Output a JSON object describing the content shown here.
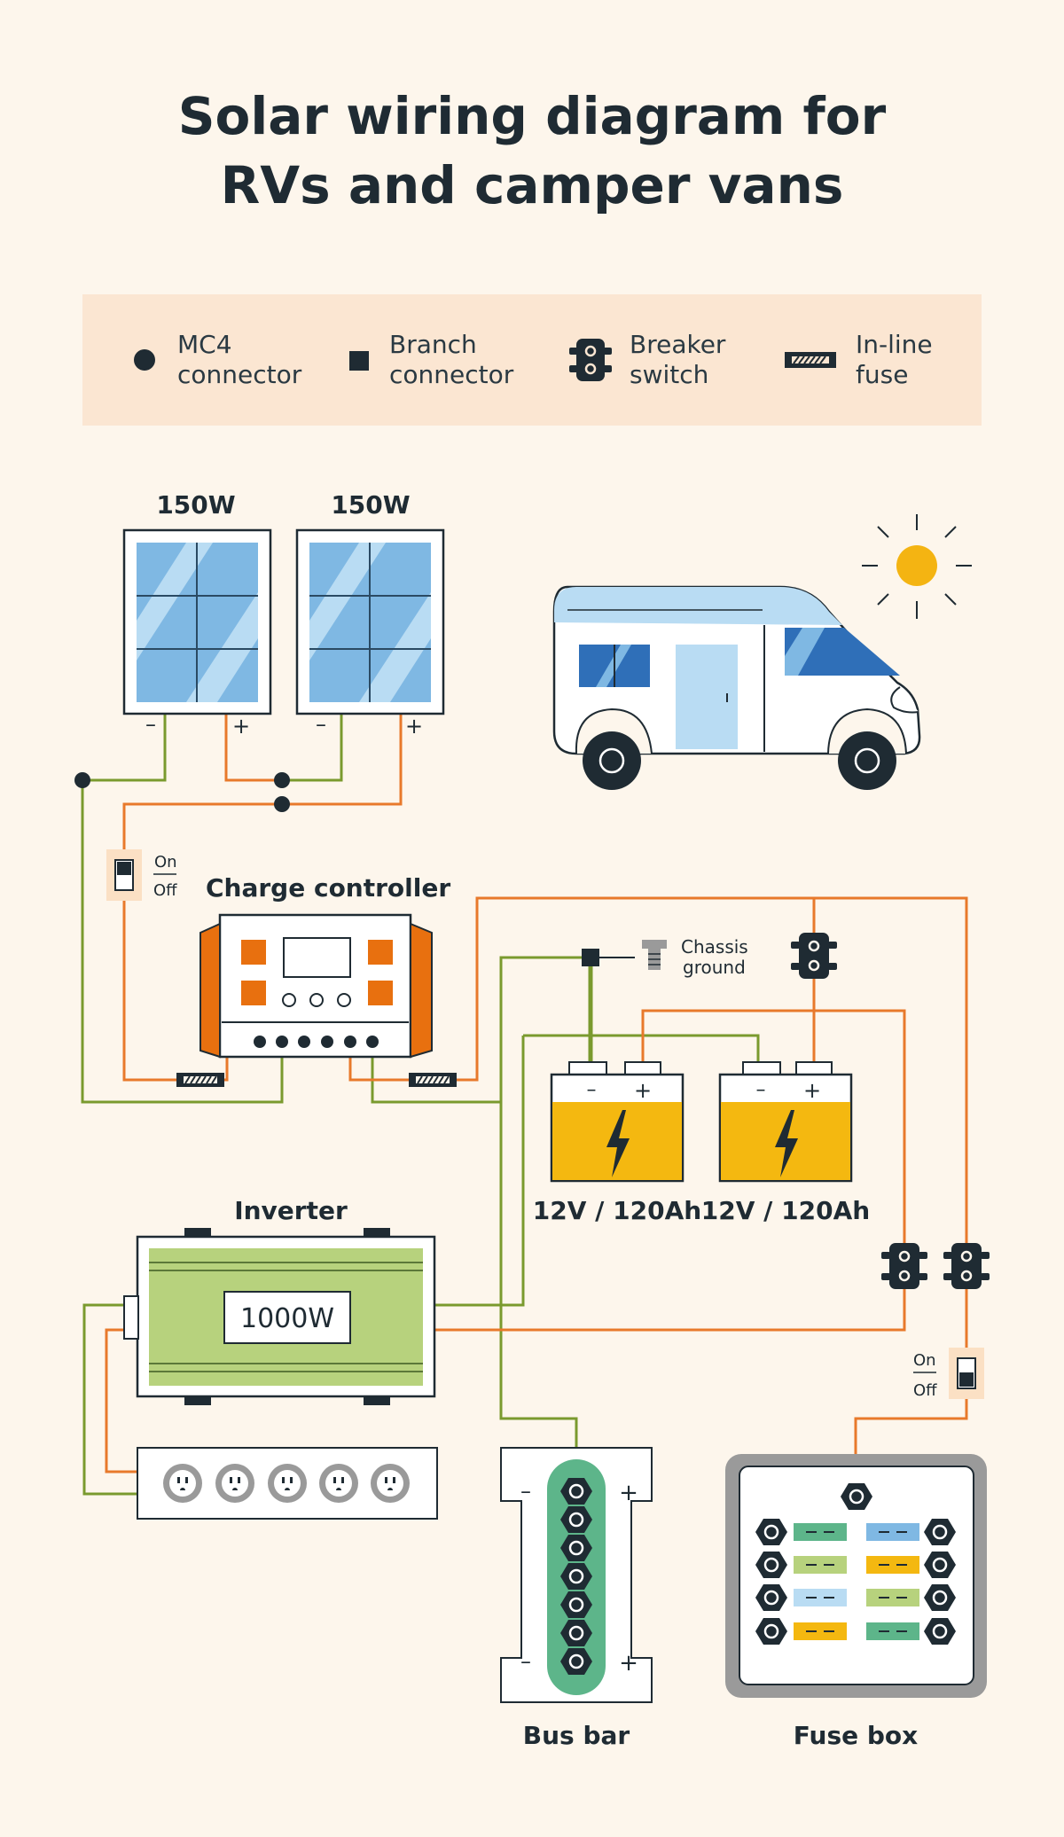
{
  "title": {
    "line1": "Solar wiring diagram for",
    "line2": "RVs and camper vans"
  },
  "legend": [
    {
      "icon": "mc4-connector-icon",
      "line1": "MC4",
      "line2": "connector"
    },
    {
      "icon": "branch-connector-icon",
      "line1": "Branch",
      "line2": "connector"
    },
    {
      "icon": "breaker-switch-icon",
      "line1": "Breaker",
      "line2": "switch"
    },
    {
      "icon": "inline-fuse-icon",
      "line1": "In-line",
      "line2": "fuse"
    }
  ],
  "panels": [
    {
      "label": "150W",
      "neg": "–",
      "pos": "+"
    },
    {
      "label": "150W",
      "neg": "–",
      "pos": "+"
    }
  ],
  "switch_top": {
    "on": "On",
    "off": "Off"
  },
  "switch_right": {
    "on": "On",
    "off": "Off"
  },
  "charge_controller": {
    "label": "Charge controller"
  },
  "chassis_ground": {
    "line1": "Chassis",
    "line2": "ground"
  },
  "batteries": [
    {
      "label": "12V / 120Ah",
      "neg": "–",
      "pos": "+"
    },
    {
      "label": "12V / 120Ah",
      "neg": "–",
      "pos": "+"
    }
  ],
  "inverter": {
    "label": "Inverter",
    "rating": "1000W"
  },
  "bus_bar": {
    "label": "Bus bar",
    "neg": "–",
    "pos": "+"
  },
  "fuse_box": {
    "label": "Fuse box"
  },
  "colors": {
    "background": "#fdf6ec",
    "legend_bg": "#fbe6d2",
    "positive_wire": "#e8792b",
    "negative_wire": "#7a9a2e",
    "dark": "#1f2b33",
    "panel_blue": "#7fb8e3",
    "battery_yellow": "#f4b810",
    "controller_orange": "#e8700f",
    "inverter_green": "#b7d27d",
    "bus_green": "#5db58a",
    "sun": "#f4b412"
  }
}
